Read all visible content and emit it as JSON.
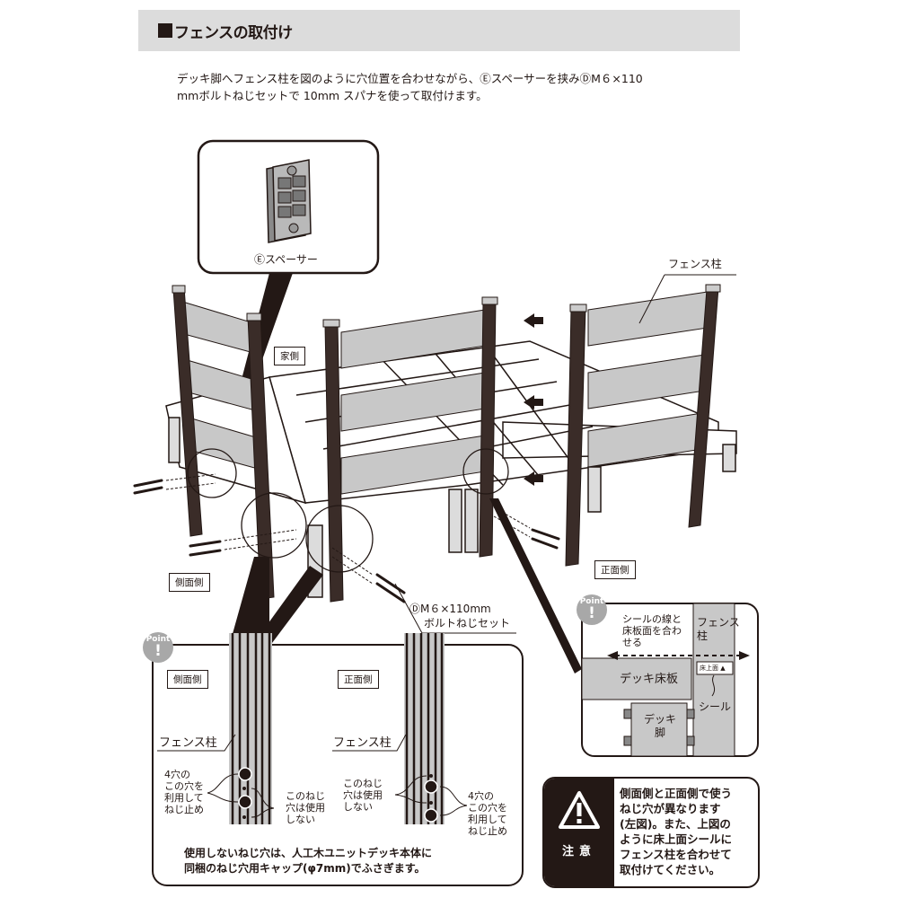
{
  "header": {
    "title": "フェンスの取付け"
  },
  "instructions": {
    "line1": "デッキ脚へフェンス柱を図のように穴位置を合わせながら、Ⓔスペーサーを挟みⒹM６×110",
    "line2": "mmボルトねじセットで 10mm スパナを使って取付けます。"
  },
  "spacer_callout": {
    "label": "Ⓔスペーサー"
  },
  "main_diagram": {
    "fence_post_label": "フェンス柱",
    "house_side_label": "家側",
    "side_label": "側面側",
    "front_label": "正面側",
    "bolt_label_line1": "ⒹM６×110mm",
    "bolt_label_line2": "ボルトねじセット"
  },
  "point_detail_left": {
    "badge_text": "Point",
    "badge_symbol": "!",
    "side": {
      "title": "側面側",
      "post_label": "フェンス柱",
      "use_holes": [
        "4穴の",
        "この穴を",
        "利用して",
        "ねじ止め"
      ],
      "unused_holes": [
        "このねじ",
        "穴は使用",
        "しない"
      ]
    },
    "front": {
      "title": "正面側",
      "post_label": "フェンス柱",
      "unused_holes": [
        "このねじ",
        "穴は使用",
        "しない"
      ],
      "use_holes": [
        "4穴の",
        "この穴を",
        "利用して",
        "ねじ止め"
      ]
    },
    "note_line1": "使用しないねじ穴は、人工木ユニットデッキ本体に",
    "note_line2": "同梱のねじ穴用キャップ(φ7mm)でふさぎます。"
  },
  "point_detail_right": {
    "badge_text": "Point",
    "badge_symbol": "!",
    "seal_instruction": [
      "シールの線と",
      "床板面を合わ",
      "せる"
    ],
    "fence_post": [
      "フェンス",
      "柱"
    ],
    "deck_board": "デッキ床板",
    "floor_sticker": "床上面",
    "seal": "シール",
    "deck_leg": [
      "デッキ",
      "脚"
    ]
  },
  "caution": {
    "label": "注意",
    "lines": [
      "側面側と正面側で使う",
      "ねじ穴が異なります",
      "(左図)。また、上図の",
      "ように床上面シールに",
      "フェンス柱を合わせて",
      "取付けてください。"
    ]
  },
  "colors": {
    "ink": "#231815",
    "header_gray": "#dcdcdc",
    "panel_gray": "#c8c8c8",
    "badge_gray": "#a8a8a8"
  }
}
